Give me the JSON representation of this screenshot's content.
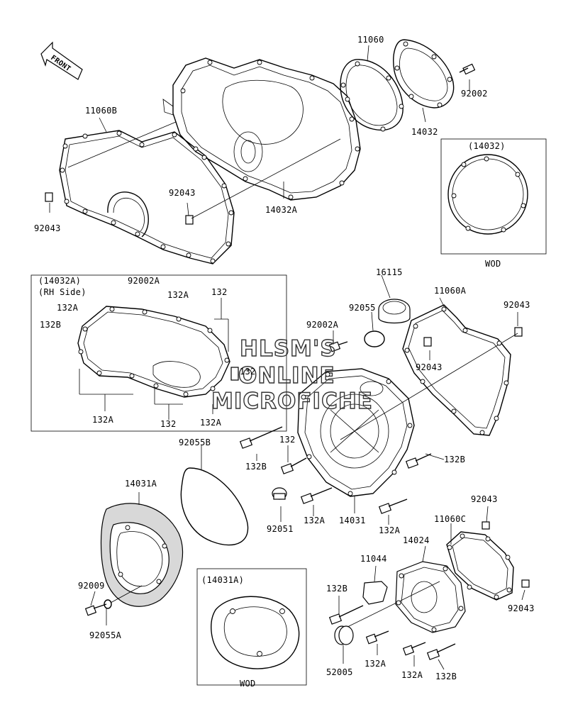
{
  "front_arrow": {
    "label": "FRONT"
  },
  "watermark": {
    "line1": "HLSM'S",
    "line2": "ONLINE",
    "line3": "MICROFICHE"
  },
  "insets": {
    "rh_side": {
      "title": "(14032A)",
      "subtitle": "(RH Side)"
    },
    "cover_14032": {
      "title": "(14032)",
      "footer": "WOD"
    },
    "cover_14031A": {
      "title": "(14031A)",
      "footer": "WOD"
    }
  },
  "parts": {
    "p11060": "11060",
    "p92002_top": "92002",
    "p14032": "14032",
    "p11060B": "11060B",
    "p92043_a": "92043",
    "p92043_b": "92043",
    "p14032A": "14032A",
    "p92002A_inset": "92002A",
    "p132A_1": "132A",
    "p132_1": "132",
    "p132A_2": "132A",
    "p132B_1": "132B",
    "p132_2": "132",
    "p132A_3": "132A",
    "p132_3": "132",
    "p132A_4": "132A",
    "p16115": "16115",
    "p11060A": "11060A",
    "p92055": "92055",
    "p92043_c": "92043",
    "p92002A": "92002A",
    "p92043_d": "92043",
    "p92055B": "92055B",
    "p132": "132",
    "p132B_2": "132B",
    "p132B_3": "132B",
    "p14031A": "14031A",
    "p92051": "92051",
    "p132A_5": "132A",
    "p14031": "14031",
    "p132A_6": "132A",
    "p92043_e": "92043",
    "p11060C": "11060C",
    "p11044": "11044",
    "p14024": "14024",
    "p92009": "92009",
    "p132B_4": "132B",
    "p92043_f": "92043",
    "p92055A": "92055A",
    "p52005": "52005",
    "p132A_7": "132A",
    "p132A_8": "132A",
    "p132B_5": "132B"
  }
}
